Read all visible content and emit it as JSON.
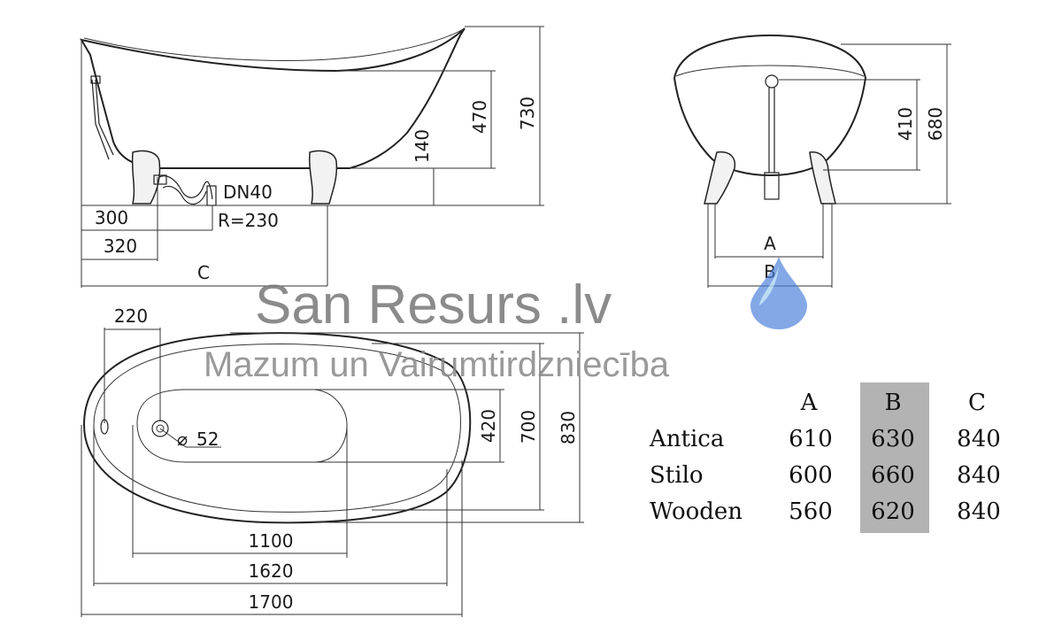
{
  "side_view": {
    "dim_c": "C",
    "dim_300": "300",
    "dim_320": "320",
    "drain_label": "DN40",
    "radius_label": "R=230",
    "dim_140": "140",
    "dim_470": "470",
    "dim_730": "730"
  },
  "front_view": {
    "dim_410": "410",
    "dim_680": "680",
    "dim_a": "A",
    "dim_b": "B"
  },
  "top_view": {
    "dim_220": "220",
    "dim_diameter": "52",
    "dim_420": "420",
    "dim_700": "700",
    "dim_830": "830",
    "dim_1100": "1100",
    "dim_1620": "1620",
    "dim_1700": "1700"
  },
  "watermark": {
    "brand": "San Resurs .lv",
    "tagline": "Mazum un Vairumtirdzniecība",
    "drop_color": "#4a7fd8"
  },
  "table": {
    "headers": [
      "A",
      "B",
      "C"
    ],
    "rows": [
      {
        "name": "Antica",
        "a": "610",
        "b": "630",
        "c": "840"
      },
      {
        "name": "Stilo",
        "a": "600",
        "b": "660",
        "c": "840"
      },
      {
        "name": "Wooden",
        "a": "560",
        "b": "620",
        "c": "840"
      }
    ],
    "highlight_color": "#b3b3b3"
  }
}
